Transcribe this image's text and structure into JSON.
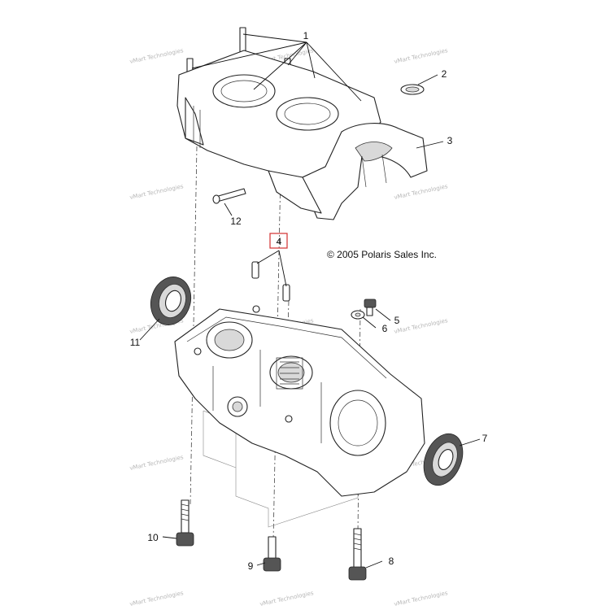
{
  "diagram": {
    "copyright": "© 2005 Polaris Sales Inc.",
    "callouts": {
      "c1": "1",
      "c2": "2",
      "c3": "3",
      "c4": "4",
      "c5": "5",
      "c6": "6",
      "c7": "7",
      "c8": "8",
      "c9": "9",
      "c10": "10",
      "c11": "11",
      "c12": "12"
    },
    "watermark": "vMart Technologies",
    "highlight_color": "#d32f2f"
  }
}
